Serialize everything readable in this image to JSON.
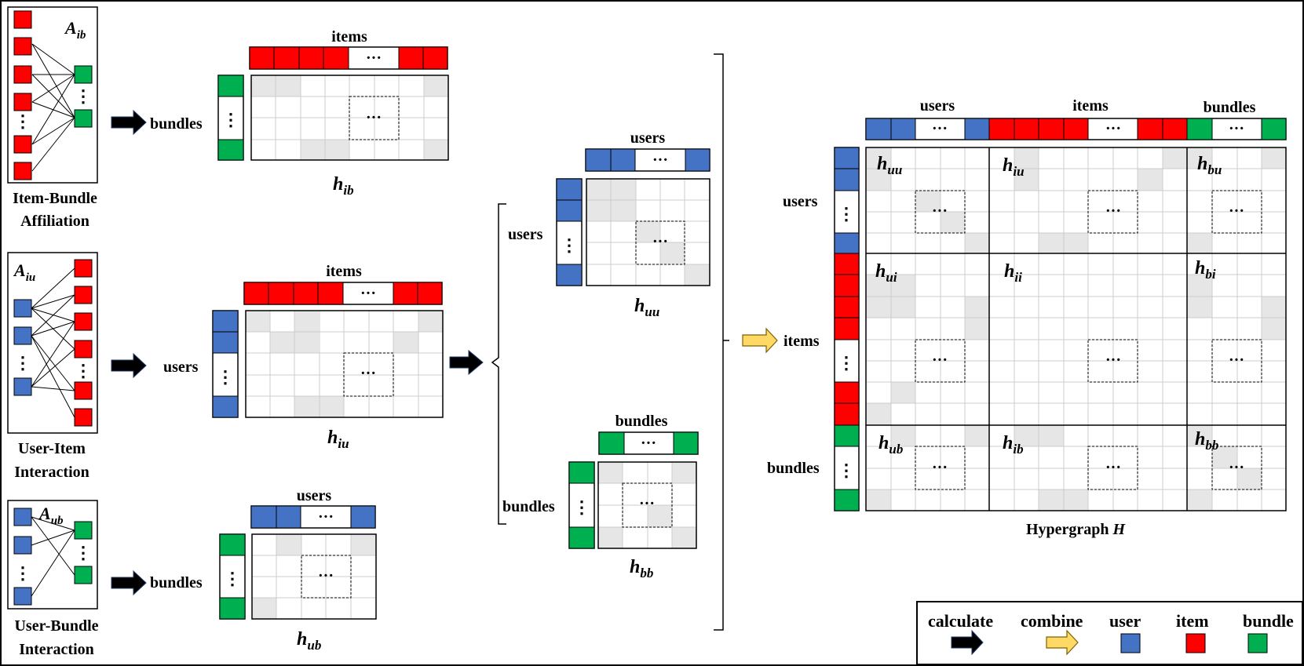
{
  "colors": {
    "user": "#4472C4",
    "item": "#FF0000",
    "bundle": "#00B050",
    "cell_fill": "#E6E6E6",
    "grid": "#CCCCCC",
    "combine_arrow": "#FFD966"
  },
  "labels": {
    "items": "items",
    "users": "users",
    "bundles": "bundles",
    "ellipsis_h": "···",
    "ellipsis_v": "⋮"
  },
  "panels": {
    "item_bundle": {
      "symbol": "A",
      "sub": "ib",
      "caption": [
        "Item-Bundle",
        "Affiliation"
      ]
    },
    "user_item": {
      "symbol": "A",
      "sub": "iu",
      "caption": [
        "User-Item",
        "Interaction"
      ]
    },
    "user_bundle": {
      "symbol": "A",
      "sub": "ub",
      "caption": [
        "User-Bundle",
        "Interaction"
      ]
    }
  },
  "matrices": {
    "h_ib": {
      "symbol": "h",
      "sub": "ib"
    },
    "h_iu": {
      "symbol": "h",
      "sub": "iu"
    },
    "h_ub": {
      "symbol": "h",
      "sub": "ub"
    },
    "h_uu": {
      "symbol": "h",
      "sub": "uu"
    },
    "h_bb": {
      "symbol": "h",
      "sub": "bb"
    }
  },
  "hypergraph": {
    "caption_text": "Hypergraph ",
    "caption_symbol": "H",
    "blocks": [
      {
        "symbol": "h",
        "sub": "uu"
      },
      {
        "symbol": "h",
        "sub": "iu"
      },
      {
        "symbol": "h",
        "sub": "bu"
      },
      {
        "symbol": "h",
        "sub": "ui"
      },
      {
        "symbol": "h",
        "sub": "ii"
      },
      {
        "symbol": "h",
        "sub": "bi"
      },
      {
        "symbol": "h",
        "sub": "ub"
      },
      {
        "symbol": "h",
        "sub": "ib"
      },
      {
        "symbol": "h",
        "sub": "bb"
      }
    ]
  },
  "legend": {
    "calculate": "calculate",
    "combine": "combine",
    "user": "user",
    "item": "item",
    "bundle": "bundle"
  }
}
